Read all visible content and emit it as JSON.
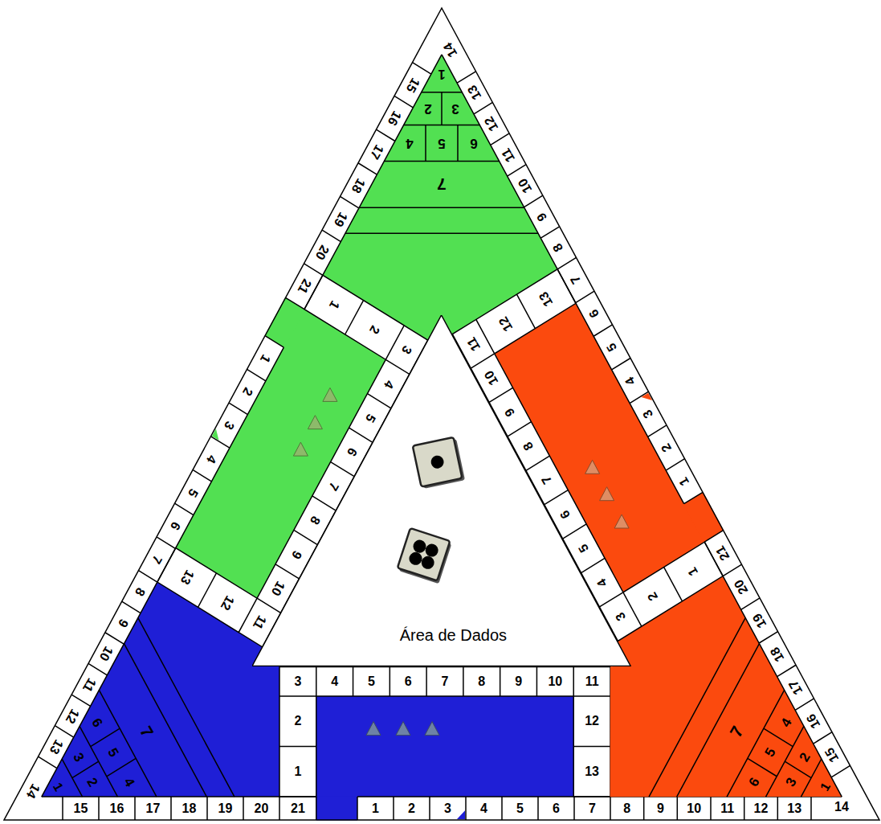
{
  "diagram": {
    "nodes": [
      {
        "text": [
          "Área de Dados"
        ]
      }
    ],
    "labels": [
      "15",
      "16",
      "17",
      "18",
      "19",
      "20",
      "21",
      "1",
      "2",
      "3",
      "4",
      "5",
      "6",
      "7",
      "8",
      "9",
      "10",
      "11",
      "12",
      "13",
      "14",
      "1",
      "2",
      "3",
      "4",
      "5",
      "6",
      "7",
      "8",
      "9",
      "10",
      "11",
      "12",
      "13",
      "1",
      "2",
      "3",
      "4",
      "5",
      "6",
      "7",
      "15",
      "16",
      "17",
      "18",
      "19",
      "20",
      "21",
      "1",
      "2",
      "3",
      "4",
      "5",
      "6",
      "7",
      "8",
      "9",
      "10",
      "11",
      "12",
      "13",
      "14",
      "1",
      "2",
      "3",
      "4",
      "5",
      "6",
      "7",
      "8",
      "9",
      "10",
      "11",
      "12",
      "13",
      "1",
      "2",
      "3",
      "4",
      "5",
      "6",
      "7",
      "15",
      "16",
      "17",
      "18",
      "19",
      "20",
      "21",
      "1",
      "2",
      "3",
      "4",
      "5",
      "6",
      "7",
      "8",
      "9",
      "10",
      "11",
      "12",
      "13",
      "14",
      "1",
      "2",
      "3",
      "4",
      "5",
      "6",
      "7",
      "8",
      "9",
      "10",
      "11",
      "12",
      "13",
      "1",
      "2",
      "3",
      "4",
      "5",
      "6",
      "7"
    ]
  }
}
